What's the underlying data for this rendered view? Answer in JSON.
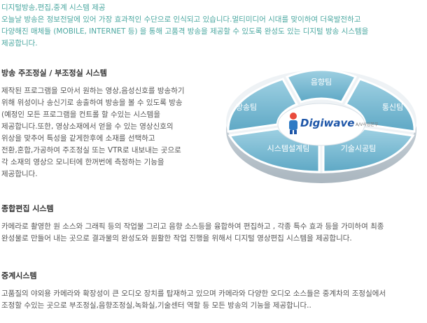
{
  "intro": {
    "title": "디지털방송,편집,중계 시스템 제공",
    "lines": [
      "오늘날 방송은 정보전달에 있어 가장 효과적인 수단으로 인식되고 있습니다.멀티미디어 시대를 맞이하여 더욱발전하고",
      "다양해진 매체들 (MOBILE, INTERNET 등) 을 통해 고품격 방송을 제공할  수 있도록 완성도 있는 디지털 방송 시스템을",
      "제공합니다."
    ]
  },
  "section1": {
    "heading": "방송 주조정실 / 부조정실 시스템",
    "lines": [
      "제작된 프로그램을 모아서 원하는 영상,음성신호를 방송하기",
      "위해 위성이나 송신기로 송출하여 방송을 볼 수 있도록 방송",
      "(예정인 모든 프로그램을 컨트롤 할 수있는 시스템을",
      "제공합니다.또한, 영상소재에서 얻을 수 있는 영상신호의",
      "위상을 맞추어 특성을 같게한후에 소재를 선택하고",
      "전환,혼합,가공하여 주조정실 또는 VTR로 내보내는 곳으로",
      "각 소재의 영상으 모니터에 한꺼번에 측정하는 기능을",
      "제공합니다."
    ]
  },
  "section2": {
    "heading": "종합편집 시스템",
    "lines": [
      "카메라로 촬영한 원 소스와 그래픽 등의 작업물 그리고 음향 소스등을 융합하여 편집하고 , 각종 특수 효과 등을 가미하여 최종",
      "완성물로 만들어 내는 곳으로 결과물의 완성도와 원활한 작업 진행을 위해서 디지털 영상편집 시스템을 제공합니다."
    ]
  },
  "section3": {
    "heading": "중계시스템",
    "lines": [
      "고품질의 야외용 카메라와 확장성이 큰 오디오 장치를 탑재하고 있으며 카메라와 다양한 오디오 소스들은 중계차의 조정실에서",
      "조정할 수있는 곳으로 부조정실,음향조정실,녹화실,기술센터 역할 등 모든 방송의 기능을 제공합니다.."
    ]
  },
  "diagram": {
    "center_logo": "Digiwave",
    "center_sub": "A/V사업본부",
    "segments": {
      "top": "음향팀",
      "left": "방송팀",
      "right": "통신팀",
      "bottom_left": "시스템설계팀",
      "bottom_right": "기술시공팀"
    },
    "colors": {
      "segment": "#7fbfd6",
      "segment_dark": "#5fa9c6",
      "base": "#c9d3da",
      "logo": "#1e56a8"
    }
  }
}
